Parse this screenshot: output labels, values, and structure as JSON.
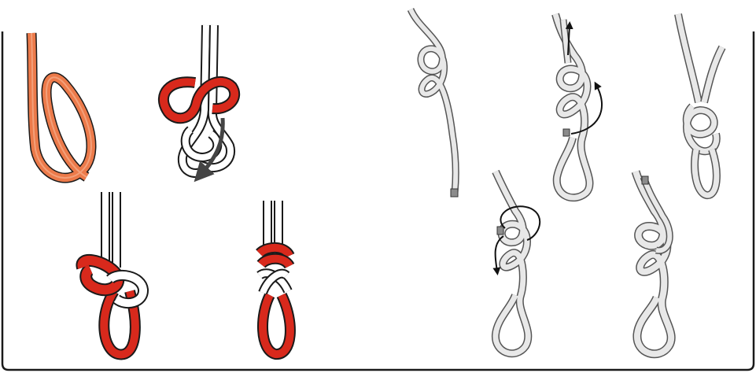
{
  "colors": {
    "panel_border": "#1a1a1a",
    "outline": "#1a1a1a",
    "orange": "#ec7a4a",
    "orange_light": "#f3a07a",
    "red": "#d8291c",
    "white": "#ffffff",
    "rope_grey": "#cfcfcf",
    "rope_grey_light": "#e8e8e8",
    "rope_tip": "#8c8c8c",
    "arrow_dark": "#444444",
    "arrow_black": "#111111"
  },
  "figures": [
    {
      "id": "step-1",
      "panel": "left",
      "description_icon": "flat-loop-icon"
    },
    {
      "id": "step-2",
      "panel": "left",
      "description_icon": "threading-icon"
    },
    {
      "id": "step-3",
      "panel": "left",
      "description_icon": "dressed-knot-icon"
    },
    {
      "id": "step-4",
      "panel": "left",
      "description_icon": "finished-knot-icon"
    },
    {
      "id": "rope-1",
      "panel": "right",
      "description_icon": "figure-eight-icon"
    },
    {
      "id": "rope-2",
      "panel": "right",
      "description_icon": "retrace-icon"
    },
    {
      "id": "rope-3",
      "panel": "right",
      "description_icon": "tightened-knot-icon"
    },
    {
      "id": "rope-4",
      "panel": "right",
      "description_icon": "threading-wrap-icon"
    },
    {
      "id": "rope-5",
      "panel": "right",
      "description_icon": "double-figure-eight-icon"
    }
  ]
}
